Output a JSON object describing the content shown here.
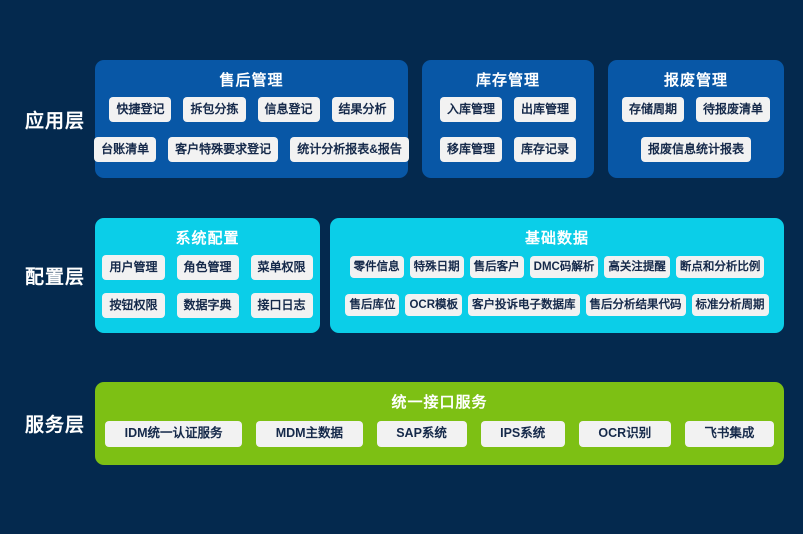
{
  "colors": {
    "background": "#04294E",
    "panel_blue": "#0857A6",
    "panel_cyan": "#0BCEE8",
    "panel_green": "#7DC014",
    "button_bg": "#F2F2F2",
    "button_text": "#15294A",
    "title_text": "#FFFFFF"
  },
  "layers": [
    {
      "id": "application",
      "label": "应用层",
      "panels": [
        {
          "id": "aftersales-management",
          "title": "售后管理",
          "color": "blue",
          "rows": [
            [
              "快捷登记",
              "拆包分拣",
              "信息登记",
              "结果分析"
            ],
            [
              "台账清单",
              "客户特殊要求登记",
              "统计分析报表&报告"
            ]
          ]
        },
        {
          "id": "inventory-management",
          "title": "库存管理",
          "color": "blue",
          "rows": [
            [
              "入库管理",
              "出库管理"
            ],
            [
              "移库管理",
              "库存记录"
            ]
          ]
        },
        {
          "id": "scrap-management",
          "title": "报废管理",
          "color": "blue",
          "rows": [
            [
              "存储周期",
              "待报废清单"
            ],
            [
              "报废信息统计报表"
            ]
          ]
        }
      ]
    },
    {
      "id": "configuration",
      "label": "配置层",
      "panels": [
        {
          "id": "system-config",
          "title": "系统配置",
          "color": "cyan",
          "rows": [
            [
              "用户管理",
              "角色管理",
              "菜单权限"
            ],
            [
              "按钮权限",
              "数据字典",
              "接口日志"
            ]
          ]
        },
        {
          "id": "base-data",
          "title": "基础数据",
          "color": "cyan",
          "rows": [
            [
              "零件信息",
              "特殊日期",
              "售后客户",
              "DMC码解析",
              "高关注提醒",
              "断点和分析比例"
            ],
            [
              "售后库位",
              "OCR模板",
              "客户投诉电子数据库",
              "售后分析结果代码",
              "标准分析周期"
            ]
          ]
        }
      ]
    },
    {
      "id": "service",
      "label": "服务层",
      "panels": [
        {
          "id": "unified-interface-service",
          "title": "统一接口服务",
          "color": "green",
          "rows": [
            [
              "IDM统一认证服务",
              "MDM主数据",
              "SAP系统",
              "IPS系统",
              "OCR识别",
              "飞书集成"
            ]
          ]
        }
      ]
    }
  ]
}
